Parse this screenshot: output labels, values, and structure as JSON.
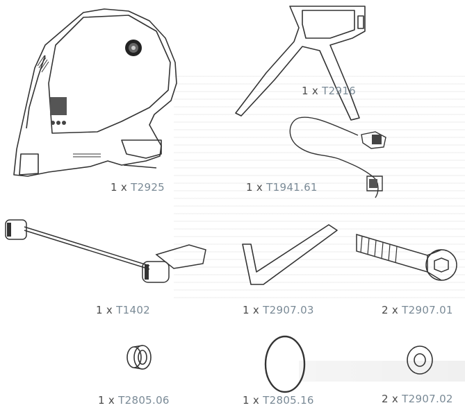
{
  "parts": [
    {
      "id": "flywheel",
      "qty": "1 x",
      "code": "T2925"
    },
    {
      "id": "legs",
      "qty": "1 x",
      "code": "T2916"
    },
    {
      "id": "power-cable",
      "qty": "1 x",
      "code": "T1941.61"
    },
    {
      "id": "skewer",
      "qty": "1 x",
      "code": "T1402"
    },
    {
      "id": "hex-key",
      "qty": "1 x",
      "code": "T2907.03"
    },
    {
      "id": "bolt",
      "qty": "2 x",
      "code": "T2907.01"
    },
    {
      "id": "spacer-ring",
      "qty": "1 x",
      "code": "T2805.06"
    },
    {
      "id": "o-ring",
      "qty": "1 x",
      "code": "T2805.16"
    },
    {
      "id": "washer",
      "qty": "2 x",
      "code": "T2907.02"
    }
  ]
}
